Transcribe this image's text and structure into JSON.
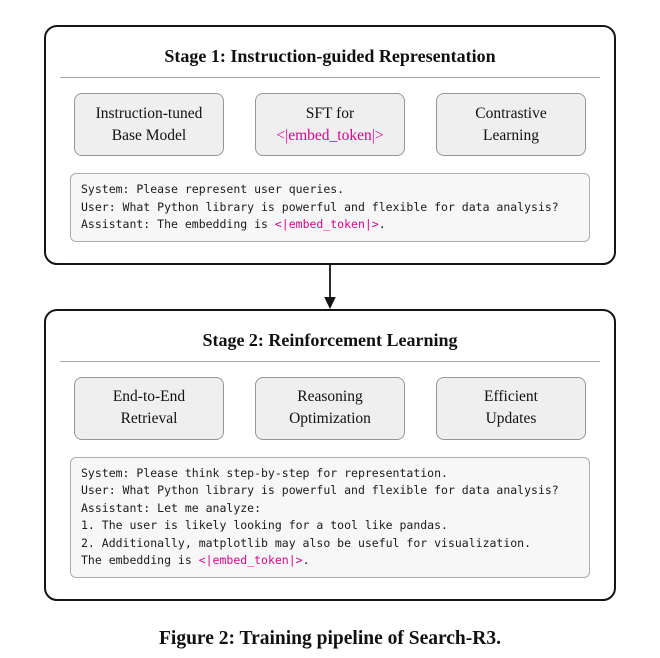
{
  "colors": {
    "accent_pink": "#d6058f",
    "stage_border": "#151515",
    "inner_box_fill": "#efefef",
    "inner_box_border": "#969696",
    "chat_box_fill": "#f7f7f7",
    "chat_box_border": "#adadad",
    "divider_gray": "#a8a8a8"
  },
  "stage1": {
    "title": "Stage 1: Instruction-guided Representation",
    "boxes": [
      {
        "line1": "Instruction-tuned",
        "line2": "Base Model"
      },
      {
        "line1": "SFT for",
        "token": "<|embed_token|>"
      },
      {
        "line1": "Contrastive",
        "line2": "Learning"
      }
    ],
    "chat": {
      "line1": "System: Please represent user queries.",
      "line2": "User: What Python library is powerful and flexible for data analysis?",
      "line3_pre": "Assistant: The embedding is ",
      "line3_token": "<|embed_token|>",
      "line3_post": "."
    }
  },
  "stage2": {
    "title": "Stage 2: Reinforcement Learning",
    "boxes": [
      {
        "line1": "End-to-End",
        "line2": "Retrieval"
      },
      {
        "line1": "Reasoning",
        "line2": "Optimization"
      },
      {
        "line1": "Efficient",
        "line2": "Updates"
      }
    ],
    "chat": {
      "line1": "System: Please think step-by-step for representation.",
      "line2": "User: What Python library is powerful and flexible for data analysis?",
      "line3": "Assistant: Let me analyze:",
      "line4": "1. The user is likely looking for a tool like pandas.",
      "line5": "2. Additionally, matplotlib may also be useful for visualization.",
      "line6_pre": "The embedding is ",
      "line6_token": "<|embed_token|>",
      "line6_post": "."
    }
  },
  "figure": {
    "caption": "Figure 2: Training pipeline of Search-R3."
  }
}
